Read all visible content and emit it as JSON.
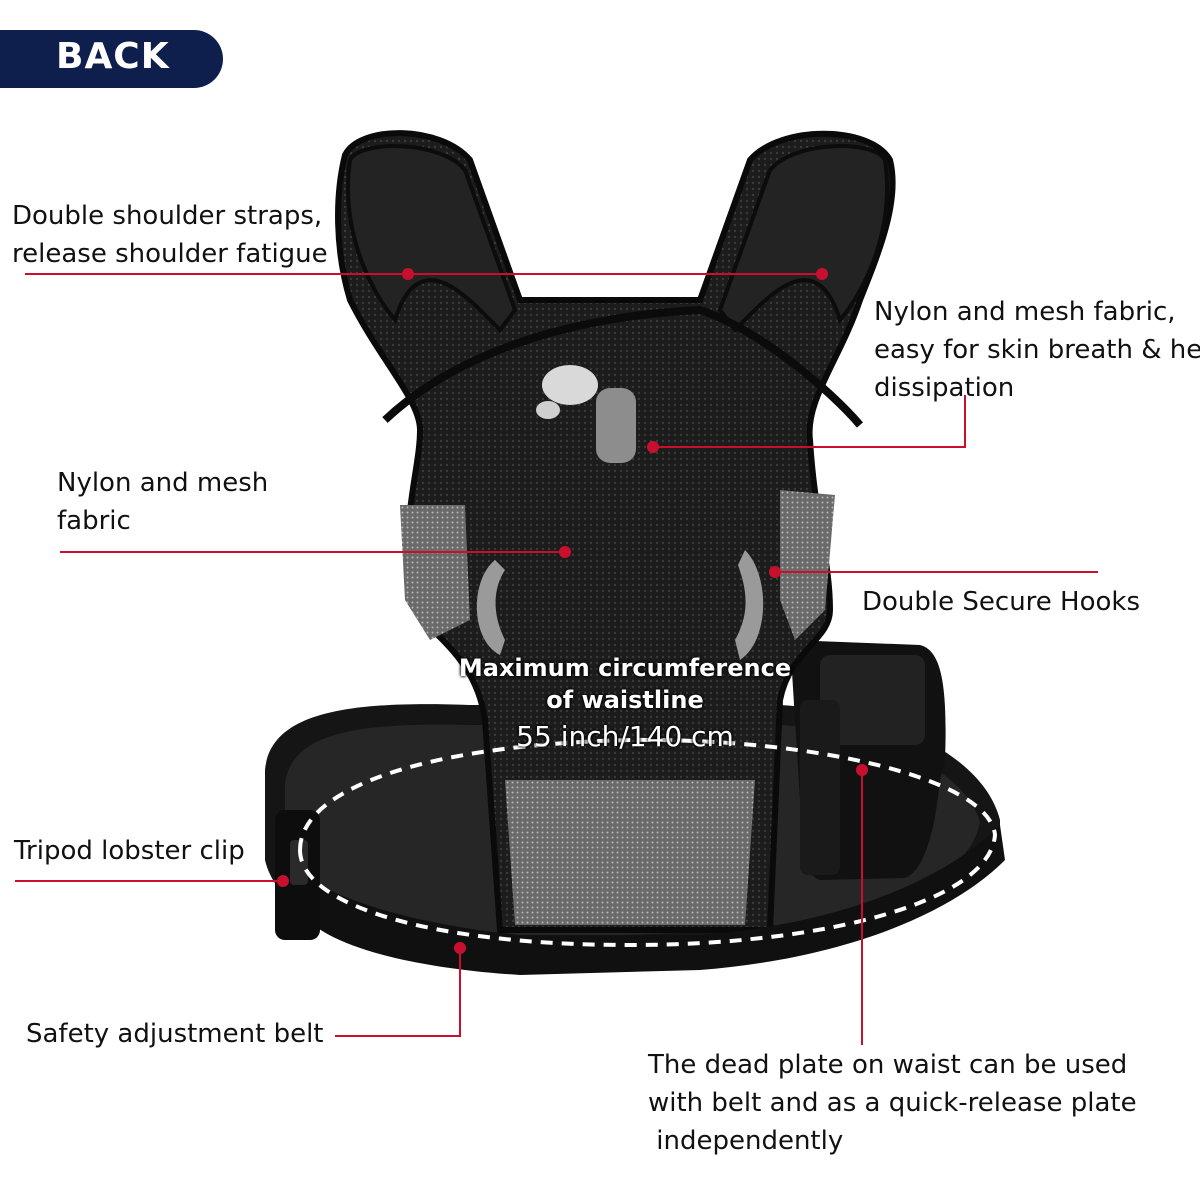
{
  "badge": {
    "label": "BACK",
    "color": "#0f1f4d"
  },
  "accent_color": "#c8102e",
  "callouts": {
    "shoulder_straps": {
      "lines": [
        "Double shoulder straps,",
        "release shoulder fatigue"
      ]
    },
    "mesh_right": {
      "lines": [
        "Nylon and mesh fabric,",
        "easy for skin breath & heat",
        "dissipation"
      ]
    },
    "mesh_left": {
      "lines": [
        "Nylon and mesh",
        "fabric"
      ]
    },
    "hooks": {
      "text": "Double Secure Hooks"
    },
    "lobster_clip": {
      "text": "Tripod lobster clip"
    },
    "belt": {
      "text": "Safety adjustment belt"
    },
    "dead_plate": {
      "lines": [
        "The dead plate on waist can be used",
        "with belt and as a quick-release plate",
        " independently"
      ]
    }
  },
  "waistline": {
    "line1": "Maximum circumference",
    "line2": "of waistline",
    "measure": "55 inch/140 cm"
  },
  "product": {
    "icons": [
      "vest-back",
      "waist-belt",
      "quick-release-plate",
      "lobster-clip"
    ]
  }
}
